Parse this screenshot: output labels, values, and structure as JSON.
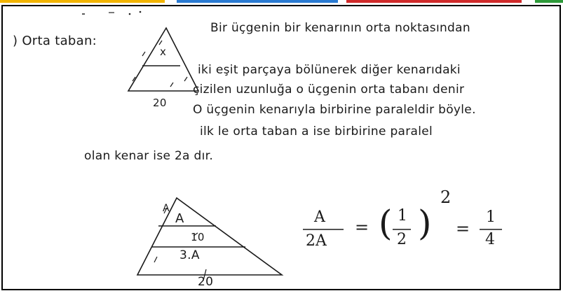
{
  "header_colors": [
    "#f2b400",
    "#2a7bd2",
    "#d02a2a",
    "#2e9a3a"
  ],
  "section": {
    "label": ") Orta taban:"
  },
  "figure1": {
    "inner_label": "x",
    "base_label": "20"
  },
  "paragraph": {
    "line1": "Bir üçgenin bir kenarının orta noktasından",
    "line2": "iki eşit parçaya bölünerek diğer kenarıdaki",
    "line3": "çizilen uzunluğa o üçgenin orta tabanı denir",
    "line4": "O üçgenin kenarıyla birbirine paraleldir böyle.",
    "line5": "ilk le orta taban a ise birbirine paralel",
    "line6": "olan kenar ise 2a dır."
  },
  "figure2": {
    "label_a": "A",
    "label_a2": "A",
    "label_mid": "10",
    "label_3a": "3.A",
    "label_base": "20"
  },
  "equation": {
    "num": "A",
    "den": "2A",
    "eq1": "=",
    "lparen": "(",
    "frac_num": "1",
    "frac_den": "2",
    "rparen": ")",
    "exp": "2",
    "eq2": "=",
    "res_num": "1",
    "res_den": "4"
  }
}
